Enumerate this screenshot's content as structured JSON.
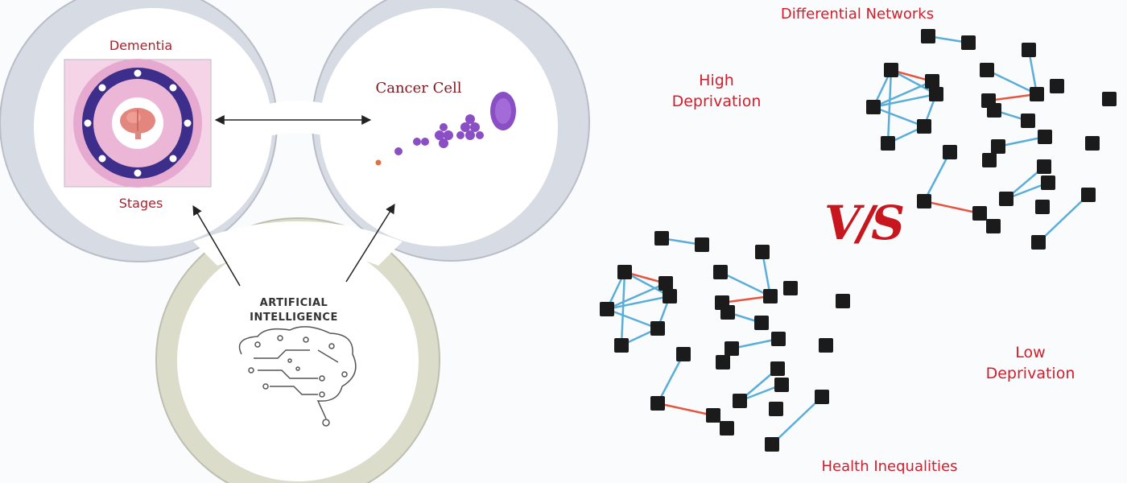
{
  "labels": {
    "dementia": "Dementia",
    "stages": "Stages",
    "cancer_cell": "Cancer Cell",
    "ai_line1": "ARTIFICIAL",
    "ai_line2": "INTELLIGENCE",
    "differential_networks": "Differential Networks",
    "high_line1": "High",
    "high_line2": "Deprivation",
    "low_line1": "Low",
    "low_line2": "Deprivation",
    "vs": "V/S",
    "health_inequalities": "Health Inequalities"
  },
  "colors": {
    "lobe_outer": "#d7dbe4",
    "lobe_inner": "#ffffff",
    "ai_ring": "#dcdccb",
    "node": "#1b1b1b",
    "edge_blue": "#5aaed8",
    "edge_red": "#e8553f",
    "text_red": "#d21e2b",
    "dementia_disc": "#e6a9cf",
    "dementia_ring": "#3c2e8a",
    "cancer_cells": "#8a4fc4"
  },
  "icons": [
    "brain-icon",
    "circuit-brain-icon",
    "cancer-cell-progression-icon"
  ]
}
